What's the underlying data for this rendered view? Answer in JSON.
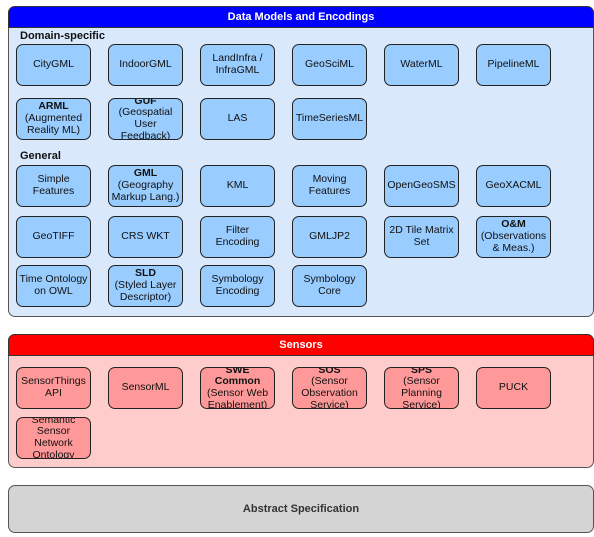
{
  "colors": {
    "dm_header": "#0000ff",
    "dm_panel": "#dae8fc",
    "dm_box": "#99ccff",
    "sensors_header": "#ff0000",
    "sensors_panel": "#ffcccc",
    "sensors_box": "#ff9999",
    "abstract_panel": "#d4d4d4"
  },
  "data_models": {
    "title": "Data Models and Encodings",
    "domain_specific_label": "Domain-specific",
    "general_label": "General",
    "domain_specific": [
      {
        "bold": "",
        "text": "CityGML"
      },
      {
        "bold": "",
        "text": "IndoorGML"
      },
      {
        "bold": "",
        "text": "LandInfra / InfraGML"
      },
      {
        "bold": "",
        "text": "GeoSciML"
      },
      {
        "bold": "",
        "text": "WaterML"
      },
      {
        "bold": "",
        "text": "PipelineML"
      },
      {
        "bold": "ARML",
        "text": "(Augmented Reality ML)"
      },
      {
        "bold": "GUF",
        "text": "(Geospatial User Feedback)"
      },
      {
        "bold": "",
        "text": "LAS"
      },
      {
        "bold": "",
        "text": "TimeSeriesML"
      }
    ],
    "general": [
      {
        "bold": "",
        "text": "Simple Features"
      },
      {
        "bold": "GML",
        "text": "(Geography Markup Lang.)"
      },
      {
        "bold": "",
        "text": "KML"
      },
      {
        "bold": "",
        "text": "Moving Features"
      },
      {
        "bold": "",
        "text": "OpenGeoSMS"
      },
      {
        "bold": "",
        "text": "GeoXACML"
      },
      {
        "bold": "",
        "text": "GeoTIFF"
      },
      {
        "bold": "",
        "text": "CRS WKT"
      },
      {
        "bold": "",
        "text": "Filter Encoding"
      },
      {
        "bold": "",
        "text": "GMLJP2"
      },
      {
        "bold": "",
        "text": "2D Tile Matrix Set"
      },
      {
        "bold": "O&M",
        "text": "(Observations & Meas.)"
      },
      {
        "bold": "",
        "text": "Time Ontology on OWL"
      },
      {
        "bold": "SLD",
        "text": "(Styled Layer Descriptor)"
      },
      {
        "bold": "",
        "text": "Symbology Encoding"
      },
      {
        "bold": "",
        "text": "Symbology Core"
      }
    ]
  },
  "sensors": {
    "title": "Sensors",
    "items": [
      {
        "bold": "",
        "text": "SensorThings API"
      },
      {
        "bold": "",
        "text": "SensorML"
      },
      {
        "bold": "SWE Common",
        "text": "(Sensor Web Enablement)"
      },
      {
        "bold": "SOS",
        "text": "(Sensor Observation Service)"
      },
      {
        "bold": "SPS",
        "text": "(Sensor Planning Service)"
      },
      {
        "bold": "",
        "text": "PUCK"
      },
      {
        "bold": "",
        "text": "Semantic Sensor Network Ontology"
      }
    ]
  },
  "abstract": {
    "title": "Abstract Specification"
  }
}
